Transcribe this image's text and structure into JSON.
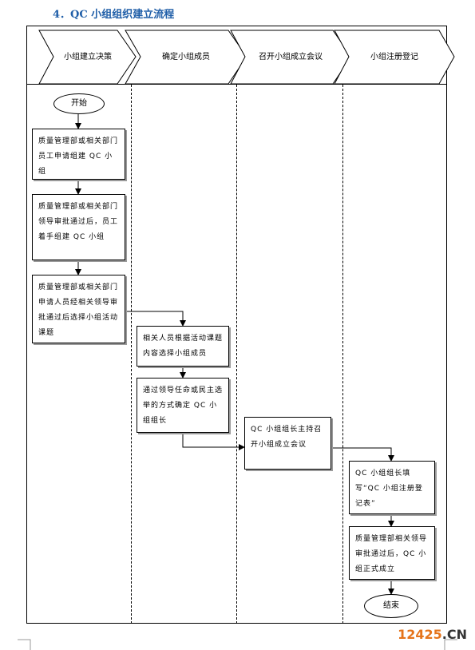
{
  "title": "4．QC 小组组织建立流程",
  "lanes": [
    {
      "label": "小组建立决策"
    },
    {
      "label": "确定小组成员"
    },
    {
      "label": "召开小组成立会议"
    },
    {
      "label": "小组注册登记"
    }
  ],
  "nodes": {
    "start": "开始",
    "s1": "质量管理部或相关部门员工申请组建 QC 小组",
    "s2": "质量管理部或相关部门领导审批通过后，员工着手组建 QC 小组",
    "s3": "质量管理部或相关部门申请人员经相关领导审批通过后选择小组活动课题",
    "s4": "相关人员根据活动课题内容选择小组成员",
    "s5": "通过领导任命或民主选举的方式确定 QC 小组组长",
    "s6": "QC 小组组长主持召开小组成立会议",
    "s7": "QC 小组组长填写“QC 小组注册登记表”",
    "s8": "质量管理部相关领导审批通过后，QC 小组正式成立",
    "end": "结束"
  },
  "watermark": {
    "number": "12425",
    "dot": ".",
    "suffix": "CN"
  },
  "colors": {
    "title": "#1f5ea8",
    "watermark": "#e5741b",
    "header_fill": "#ffffff",
    "line": "#000000"
  }
}
